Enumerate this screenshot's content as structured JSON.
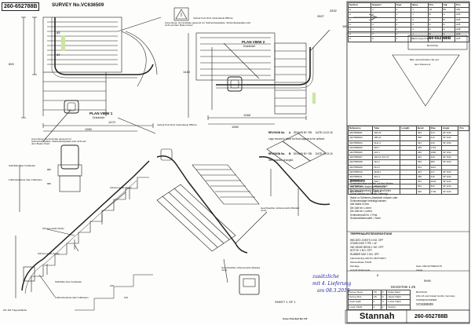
{
  "header": {
    "top_left_label": "260-652788B",
    "survey_label": "SURVEY No.VC636509"
  },
  "plan_views": {
    "plan1": {
      "title": "PLAN VIEW 1",
      "subtitle": "Draufsicht"
    },
    "plan2": {
      "title": "PLAN VIEW 2",
      "subtitle": "Draufsicht"
    }
  },
  "notes": {
    "n1": "Verlauf Kolz./FuS Vorderkante 850mm",
    "n2": "Anmerkung: Gummiplatte passend zur Stützenbasisplatte. Stützenbasisplatte wird nicht auf dem Boden fixiert",
    "n3": "Verlauf Kolz./FuS Vorderkante 850mm",
    "n4": "Anmerkung: Gummimatte passend zur Stützenbasisplatte. Stützenbasisplatte wird nicht auf dem Boden fixiert"
  },
  "dimensions": {
    "d1": "1470",
    "d2": "1950",
    "d3": "1068",
    "d4": "1950",
    "d5": "1440",
    "d6": "2832",
    "d7": "2827",
    "d8": "180",
    "d9": "890",
    "d10": "85",
    "d11": "69"
  },
  "drawing_number_box": {
    "label": "Zeichnungs-Nr.",
    "value": "260-652788B",
    "sub": "BLOCK(S)"
  },
  "stamp_triangle": {
    "line1": "Bitte unterschreiben Sie auf",
    "line2": "dem Dokument"
  },
  "top_table": {
    "headers": [
      "Section",
      "Support",
      "Type",
      "Base",
      "Pos",
      "Adj",
      "Pos"
    ],
    "rows": [
      [
        "A",
        "1",
        "2",
        "1",
        "Alt",
        "80",
        "330"
      ],
      [
        "A",
        "2",
        "2",
        "1",
        "B",
        "G",
        "A35"
      ],
      [
        "A",
        "2",
        "2",
        "2",
        "A",
        "B",
        "A25"
      ],
      [
        "A",
        "3",
        "2",
        "2",
        "A",
        "B",
        "A25"
      ],
      [
        "A",
        "4",
        "2",
        "1",
        "A",
        "G",
        "A48"
      ],
      [
        "A",
        "5",
        "2",
        "1",
        "B",
        "G",
        "A35"
      ],
      [
        "A",
        "6",
        "1",
        "1",
        "A",
        "B",
        "A25"
      ]
    ]
  },
  "parts_table": {
    "headers": [
      "Reference",
      "Tube",
      "Length",
      "Bend",
      "Rise",
      "Angle",
      "Pos"
    ],
    "rows": [
      [
        "4327586001",
        "194.22",
        "",
        "304",
        "413",
        "33°-934"
      ],
      [
        "4327586003",
        "195.22",
        "",
        "305",
        "412",
        "33°-934"
      ],
      [
        "4327586004",
        "2111.4",
        "",
        "391",
        "410",
        "45°-934"
      ],
      [
        "4327586005",
        "215.7",
        "",
        "366",
        "1716",
        ""
      ],
      [
        "4327586006",
        "231.4",
        "",
        "360",
        "1690",
        "33°-934"
      ],
      [
        "4327586007",
        "194.14 474.47",
        "",
        "301",
        "440",
        "33°-934"
      ],
      [
        "4327586008",
        "412.2",
        "",
        "393",
        "480",
        "33°-934"
      ],
      [
        "4327586009",
        "214.5",
        "",
        "301",
        "1011",
        ""
      ],
      [
        "4327586010",
        "2118.1",
        "",
        "301",
        "417",
        "33°-934"
      ],
      [
        "4327586011",
        "421.4",
        "",
        "360",
        "415",
        "33°-934"
      ],
      [
        "4327586012",
        "204.7",
        "",
        "301",
        "1024",
        "33°-934"
      ],
      [
        "4327586013",
        "204.11 374.9",
        "",
        "301",
        "420",
        "33°-934"
      ],
      [
        "4327586014",
        "421.18",
        "",
        "300",
        "1740",
        "33°-934"
      ]
    ]
  },
  "revisions": {
    "r1": {
      "label": "REVISION No.",
      "code": "A",
      "drawn": "DRAWN BY: RB",
      "date": "DATE:13.02.18",
      "desc": "Legs moved to allow for final support to be unfixed."
    },
    "r2": {
      "label": "REVISION No.",
      "code": "B",
      "drawn": "DRAWN BY: RB",
      "date": "DATE:14.03.18",
      "desc": "Item position changed."
    }
  },
  "spec_notes": {
    "title": "Bemerkung",
    "lines": [
      "Schienenstütze werden auf den Stufen",
      "und auf dem Boden verschraubt.",
      "Bei Verschraubung, Diese sind keine",
      "Dübel werden am Boden befestigt.",
      "Wand zu Schienen-Abstände müssen oder",
      "Schienenträger befestigt werden.",
      "Alle Maße in mm.",
      "Die Zahl im L oben:",
      "Die Zahl im L unten:",
      "Schienenmaß Nr. 1 Fest",
      "Schwenkfahrmodell = Smm"
    ]
  },
  "trap_spec": {
    "title": "TREPPENAUFSTIEGSRICHTUNG",
    "lines": [
      "WELDED JOINTS 4 NO. OFF",
      "STAIRCASE TYPE = W",
      "260 HINGE BEND 1 NO. OFF",
      "NOTCH 1 NO. OFF",
      "RUBBER MAT 2 NO. OFF"
    ]
  },
  "chair_spec": {
    "l1": "Fahrwinkeltyp 260 DC (BATTERY)",
    "l2": "Schwenkbare PSUR",
    "l3": "Montage",
    "l3v": "Seite: RECHTSRECHTS",
    "l4": "Anzahl Sitzkonsole",
    "l4v": "Länge",
    "val1": "6",
    "val2": "5990"
  },
  "scale": {
    "label": "MASSTAB 1:25",
    "block": "BLOCK(S)"
  },
  "handwritten": {
    "line1": "zusätzliche",
    "line2": "mit 4. Lieferung",
    "line3": "am 08.3.2015"
  },
  "sheet_info": {
    "sheet": "SHEET 1 OF 1",
    "company": "Lifts Lift and Ansteb GmbH, Germany",
    "kundennummer": "KUNDENNUMMER:",
    "customer_no": "VC636509",
    "issue": "Issue Checked By: K3",
    "footer_number": "260-652788B",
    "brand": "Stannah"
  },
  "block_rows": [
    [
      "Survey Ross",
      "US",
      "S",
      "Pulse Rand"
    ],
    [
      "Survey Ros",
      "US",
      "S",
      "Upper Flight"
    ],
    [
      "Uppe Hight",
      "4",
      "S",
      "Lower Flight"
    ],
    [
      "Lower Flight",
      "4",
      "4",
      "Section"
    ]
  ],
  "elevation_labels": {
    "l1": "Stützfüße über Fußboden",
    "l1v": "880",
    "l2": "Fußbretterkante über Fußboden",
    "l2v": "880",
    "l3": "Schienenstoß (Stoß)",
    "l4": "Schienenstoß (Stoß)",
    "l5": "Stützfüße über Fußboden",
    "l5v": "100",
    "l6": "Fußbretterkante über Fußboden",
    "l6v": "100",
    "l7": "Geschweißter schienenstoß (Welded Joint)",
    "l8": "Geschweißter schienenstoß (Welded Joint)",
    "l9": "Schienenstoß (Stoß)",
    "l10": "W1 164 Treppenfläche"
  },
  "colors": {
    "handwriting": "#1a1aa8",
    "highlight": "#c8e89a",
    "ink": "#111111"
  }
}
